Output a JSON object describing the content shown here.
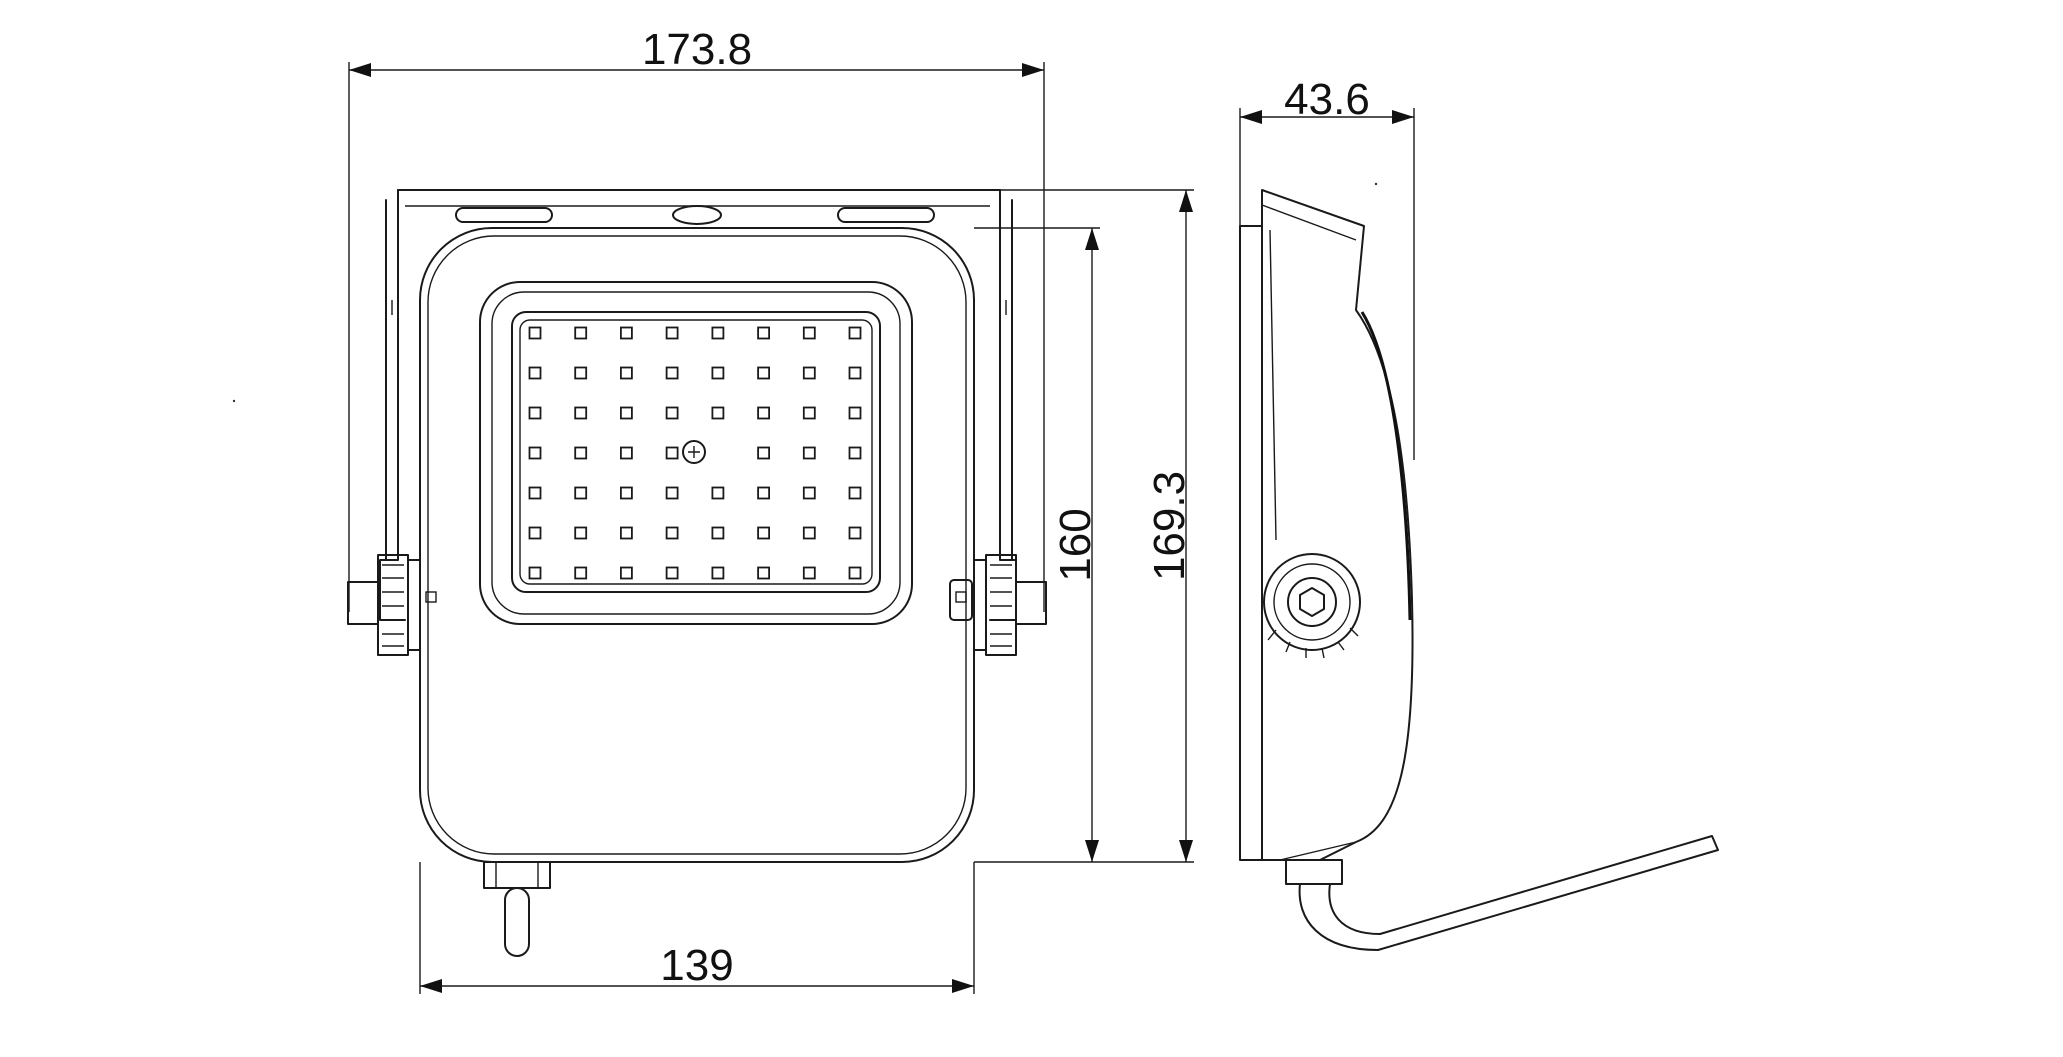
{
  "dimensions": {
    "overall_width": "173.8",
    "body_width": "139",
    "body_height": "160",
    "overall_height": "169.3",
    "depth": "43.6"
  },
  "led_grid": {
    "rows": 7,
    "cols": 8
  },
  "colors": {
    "line": "#1a1a1a",
    "background": "#ffffff"
  }
}
